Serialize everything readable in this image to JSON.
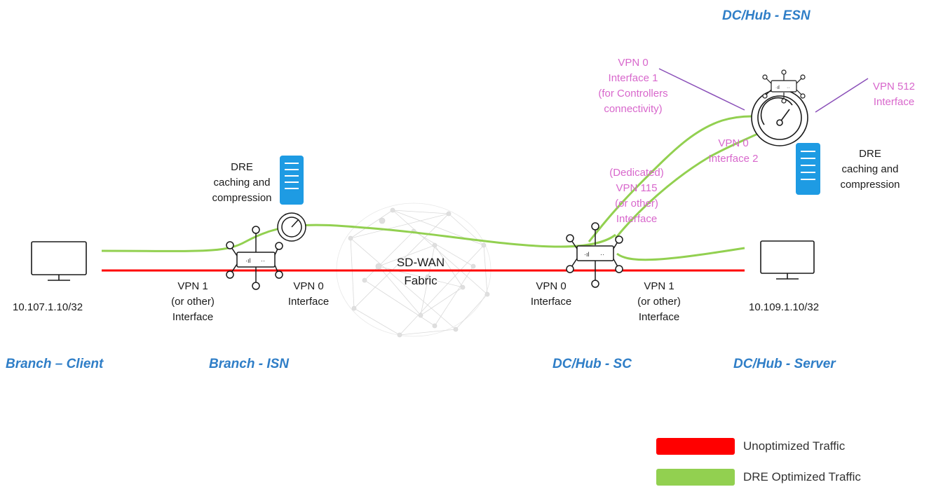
{
  "labels": {
    "client_ip": "10.107.1.10/32",
    "server_ip": "10.109.1.10/32",
    "branch_dre": [
      "DRE",
      "caching and",
      "compression"
    ],
    "dc_dre": [
      "DRE",
      "caching and",
      "compression"
    ],
    "sd_wan": [
      "SD-WAN",
      "Fabric"
    ],
    "isn_vpn1": [
      "VPN 1",
      "(or other)",
      "Interface"
    ],
    "isn_vpn0": [
      "VPN 0",
      "Interface"
    ],
    "sc_vpn0": [
      "VPN 0",
      "Interface"
    ],
    "sc_vpn1": [
      "VPN 1",
      "(or other)",
      "Interface"
    ],
    "esn_vpn0_if1": [
      "VPN 0",
      "Interface 1",
      "(for Controllers",
      "connectivity)"
    ],
    "esn_vpn512": [
      "VPN 512",
      "Interface"
    ],
    "esn_vpn0_if2": [
      "VPN 0",
      "Interface 2"
    ],
    "dedicated_vpn115": [
      "(Dedicated)",
      "VPN 115",
      "(or other)",
      "Interface"
    ]
  },
  "sites": {
    "branch_client": "Branch – Client",
    "branch_isn": "Branch - ISN",
    "dc_sc": "DC/Hub - SC",
    "dc_server": "DC/Hub - Server",
    "dc_esn": "DC/Hub - ESN"
  },
  "legend": [
    {
      "label": "Unoptimized Traffic",
      "color": "#ff0000"
    },
    {
      "label": "DRE Optimized Traffic",
      "color": "#92d050"
    }
  ],
  "colors": {
    "unoptimized": "#ff0000",
    "optimized": "#92d050",
    "accent_pink": "#d867cc",
    "site_blue": "#2f7ec7",
    "server_blue": "#1e9be3",
    "line_purple": "#8a4fb8"
  }
}
